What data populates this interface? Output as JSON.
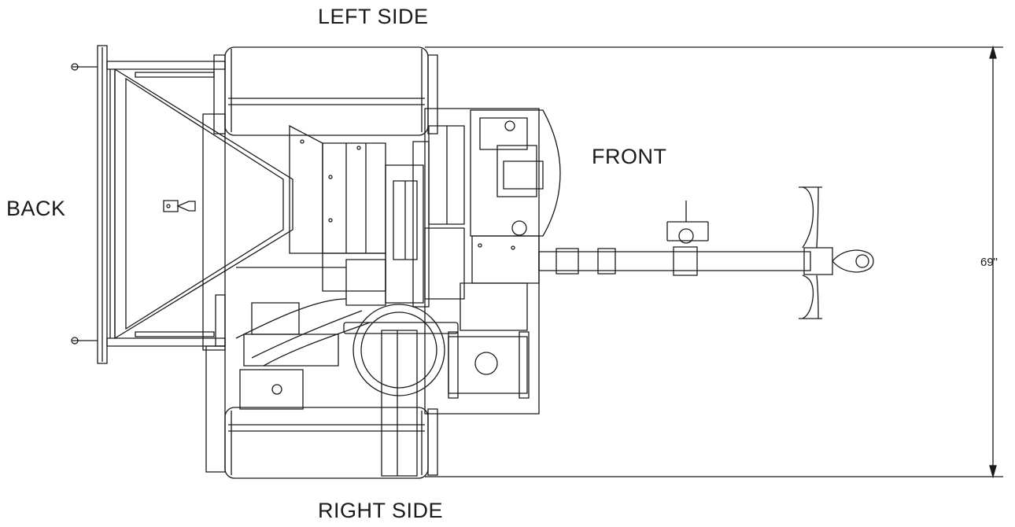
{
  "labels": {
    "left_side": "LEFT SIDE",
    "right_side": "RIGHT SIDE",
    "back": "BACK",
    "front": "FRONT",
    "width_dimension": "69\""
  },
  "colors": {
    "line": "#1a1a1a",
    "background": "#ffffff"
  }
}
